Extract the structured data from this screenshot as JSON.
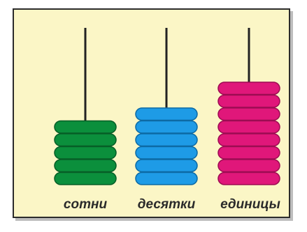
{
  "abacus": {
    "rods": [
      {
        "name": "hundreds",
        "label": "сотни",
        "beads": 5,
        "color": "#0b8f3c",
        "stroke": "#075e27"
      },
      {
        "name": "tens",
        "label": "десятки",
        "beads": 6,
        "color": "#1e9be6",
        "stroke": "#0d6aa4"
      },
      {
        "name": "ones",
        "label": "единицы",
        "beads": 8,
        "color": "#e0177a",
        "stroke": "#9c0c52"
      }
    ]
  }
}
